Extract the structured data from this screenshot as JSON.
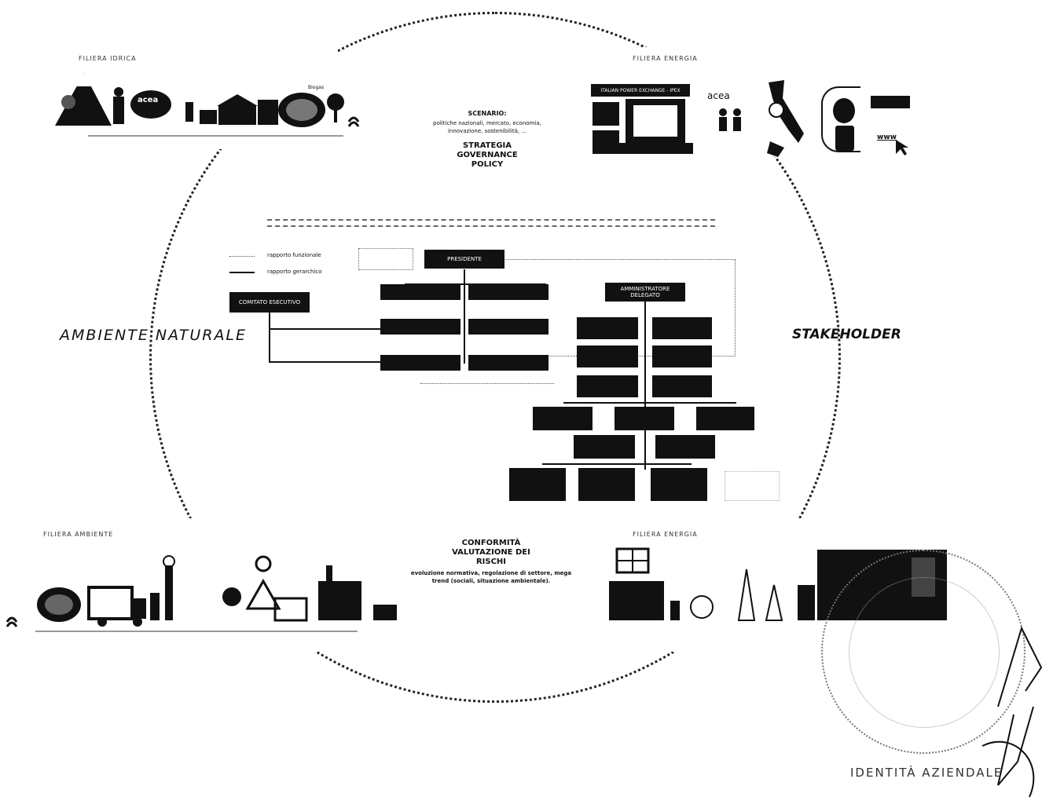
{
  "captions": {
    "top_left": "FILIERA IDRICA",
    "top_right": "FILIERA ENERGIA",
    "bottom_left": "FILIERA AMBIENTE",
    "bottom_right": "FILIERA ENERGIA"
  },
  "side_labels": {
    "left": "AMBIENTE NATURALE",
    "right": "STAKEHOLDER"
  },
  "scenario": {
    "title": "SCENARIO:",
    "body": "politiche nazionali, mercato, economia, innovazione, sostenibilità, ...",
    "strategy": "STRATEGIA GOVERNANCE POLICY"
  },
  "conformity": {
    "title": "CONFORMITÀ VALUTAZIONE DEI RISCHI",
    "body": "evoluzione normativa, regolazione di settore, mega trend (sociali, situazione ambientale)."
  },
  "legend": {
    "functional": "rapporto funzionale",
    "hierarchical": "rapporto gerarchico"
  },
  "org": {
    "president": "PRESIDENTE",
    "ceo": "AMMINISTRATORE DELEGATO",
    "committee": "COMITATO ESECUTIVO"
  },
  "icons": {
    "acea_logo": "acea",
    "biogas": "Biogas",
    "ipex": "ITALIAN POWER EXCHANGE - IPEX",
    "acea_energia": "acea",
    "www": "www"
  },
  "identity": "IDENTITÀ AZIENDALE"
}
